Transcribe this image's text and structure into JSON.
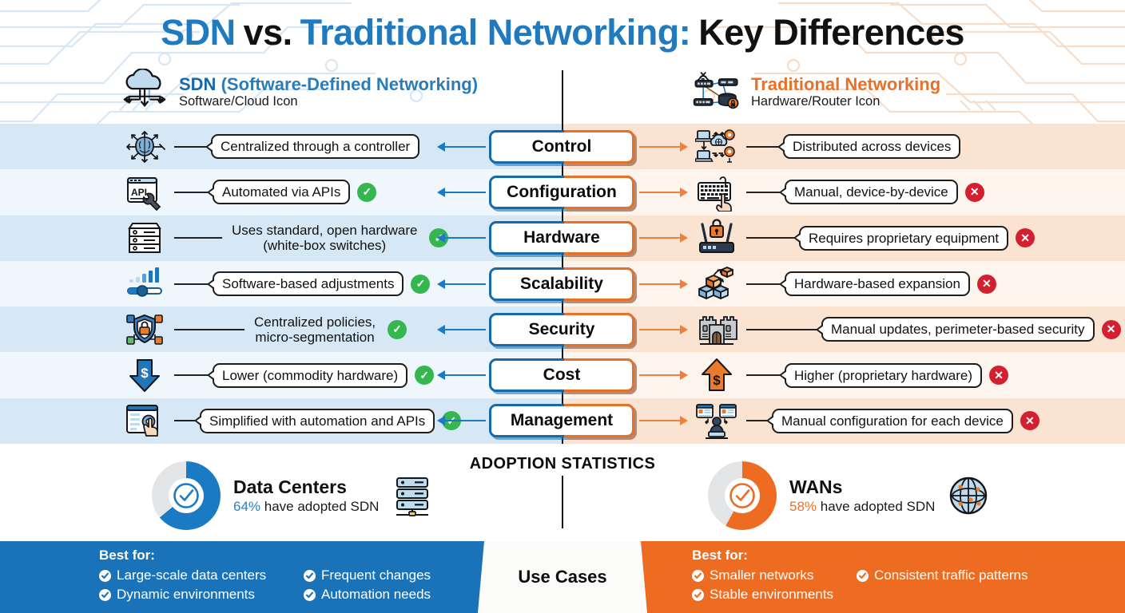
{
  "title": {
    "part1": "SDN",
    "part2": "vs.",
    "part3": "Traditional Networking:",
    "part4": "Key Differences"
  },
  "colors": {
    "blue": "#1f7ac0",
    "blue_dark": "#1669ab",
    "orange": "#e8712a",
    "footer_blue": "#1a73b8",
    "footer_orange": "#ee6c22",
    "check_green": "#35b64e",
    "cross_red": "#d32030"
  },
  "headers": {
    "left": {
      "title_strong": "SDN",
      "title_soft": " (Software-Defined Networking)",
      "subtitle": "Software/Cloud Icon",
      "icon": "cloud-arrows-icon"
    },
    "right": {
      "title": "Traditional Networking",
      "subtitle": "Hardware/Router Icon",
      "icon": "router-network-icon"
    }
  },
  "rows": [
    {
      "category": "Control",
      "left": {
        "text": "Centralized through a controller",
        "icon": "brain-network-icon",
        "mark": "",
        "bubble": true,
        "multiline": false
      },
      "right": {
        "text": "Distributed across devices",
        "icon": "laptops-cloud-gears-icon",
        "mark": "",
        "bubble": true,
        "multiline": false
      }
    },
    {
      "category": "Configuration",
      "left": {
        "text": "Automated via APIs",
        "icon": "api-wrench-icon",
        "mark": "check",
        "bubble": true,
        "multiline": false
      },
      "right": {
        "text": "Manual, device-by-device",
        "icon": "keyboard-hand-icon",
        "mark": "cross",
        "bubble": true,
        "multiline": false
      }
    },
    {
      "category": "Hardware",
      "left": {
        "text": "Uses standard, open hardware (white-box switches)",
        "line1": "Uses standard, open hardware",
        "line2": "(white-box switches)",
        "icon": "server-rack-icon",
        "mark": "check",
        "bubble": false,
        "multiline": true
      },
      "right": {
        "text": "Requires proprietary equipment",
        "icon": "router-lock-icon",
        "mark": "cross",
        "bubble": true,
        "multiline": false
      }
    },
    {
      "category": "Scalability",
      "left": {
        "text": "Software-based adjustments",
        "icon": "slider-bars-icon",
        "mark": "check",
        "bubble": true,
        "multiline": false
      },
      "right": {
        "text": "Hardware-based expansion",
        "icon": "boxes-stack-icon",
        "mark": "cross",
        "bubble": true,
        "multiline": false
      }
    },
    {
      "category": "Security",
      "left": {
        "text": "Centralized policies, micro-segmentation",
        "line1": "Centralized policies,",
        "line2": "micro-segmentation",
        "icon": "shield-lock-icon",
        "mark": "check",
        "bubble": false,
        "multiline": true
      },
      "right": {
        "text": "Manual updates, perimeter-based security",
        "icon": "castle-icon",
        "mark": "cross",
        "bubble": true,
        "multiline": false
      }
    },
    {
      "category": "Cost",
      "left": {
        "text": "Lower (commodity hardware)",
        "icon": "down-arrow-dollar-icon",
        "mark": "check",
        "bubble": true,
        "multiline": false
      },
      "right": {
        "text": "Higher (proprietary hardware)",
        "icon": "up-arrow-dollar-icon",
        "mark": "cross",
        "bubble": true,
        "multiline": false
      }
    },
    {
      "category": "Management",
      "left": {
        "text": "Simplified with automation and APIs",
        "icon": "dashboard-hand-icon",
        "mark": "check",
        "bubble": true,
        "multiline": false
      },
      "right": {
        "text": "Manual configuration for each device",
        "icon": "admin-screens-icon",
        "mark": "cross",
        "bubble": true,
        "multiline": false
      }
    }
  ],
  "stats": {
    "heading": "ADOPTION STATISTICS",
    "left": {
      "name": "Data Centers",
      "percent": "64%",
      "percent_value": 64,
      "suffix": " have adopted SDN",
      "icon": "server-stack-icon",
      "ring_color": "#1b7ac4"
    },
    "right": {
      "name": "WANs",
      "percent": "58%",
      "percent_value": 58,
      "suffix": " have adopted SDN",
      "icon": "globe-network-icon",
      "ring_color": "#ee6c22"
    }
  },
  "footer": {
    "tab_label": "Use Cases",
    "left": {
      "best_label": "Best for:",
      "col1": [
        "Large-scale data centers",
        "Dynamic environments"
      ],
      "col2": [
        "Frequent changes",
        "Automation needs"
      ]
    },
    "right": {
      "best_label": "Best for:",
      "col1": [
        "Smaller networks",
        "Stable environments"
      ],
      "col2": [
        "Consistent traffic patterns"
      ]
    }
  },
  "chart_data": {
    "type": "pie",
    "title": "ADOPTION STATISTICS",
    "series": [
      {
        "name": "Data Centers",
        "value": 64,
        "remainder": 36,
        "unit": "%",
        "color": "#1b7ac4",
        "label": "64% have adopted SDN"
      },
      {
        "name": "WANs",
        "value": 58,
        "remainder": 42,
        "unit": "%",
        "color": "#ee6c22",
        "label": "58% have adopted SDN"
      }
    ],
    "legend": "none",
    "grid": false
  }
}
